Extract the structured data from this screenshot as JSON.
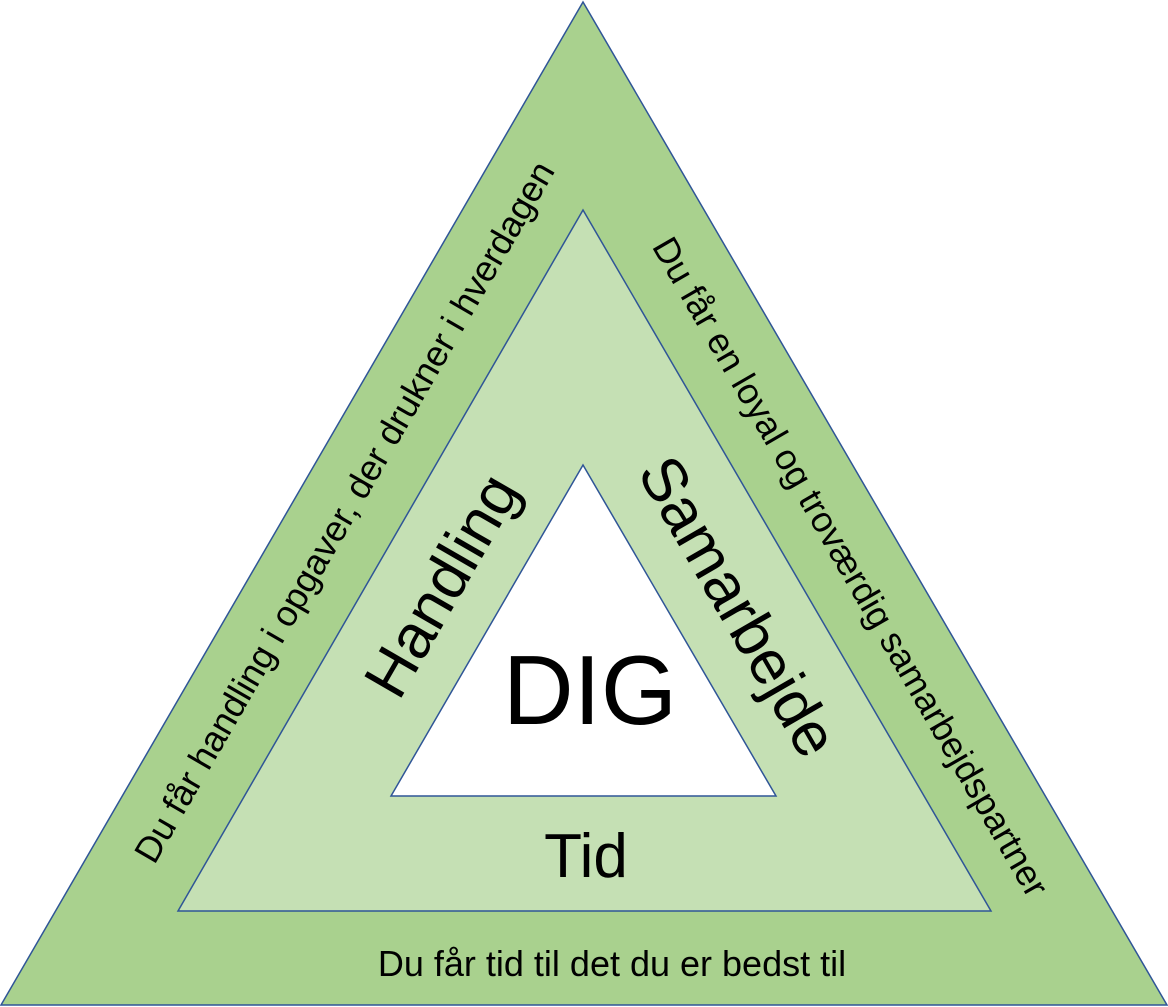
{
  "diagram": {
    "center_label": "DIG",
    "middle_labels": {
      "left": "Handling",
      "right": "Samarbejde",
      "bottom": "Tid"
    },
    "outer_labels": {
      "left": "Du får handling i opgaver, der drukner i hverdagen",
      "right": "Du får en loyal og troværdig samarbejdspartner",
      "bottom": "Du får tid til det du er bedst til"
    },
    "colors": {
      "outer_fill": "#a9d18e",
      "middle_fill": "#c5e0b4",
      "inner_fill": "#ffffff",
      "stroke": "#2f5597"
    }
  }
}
